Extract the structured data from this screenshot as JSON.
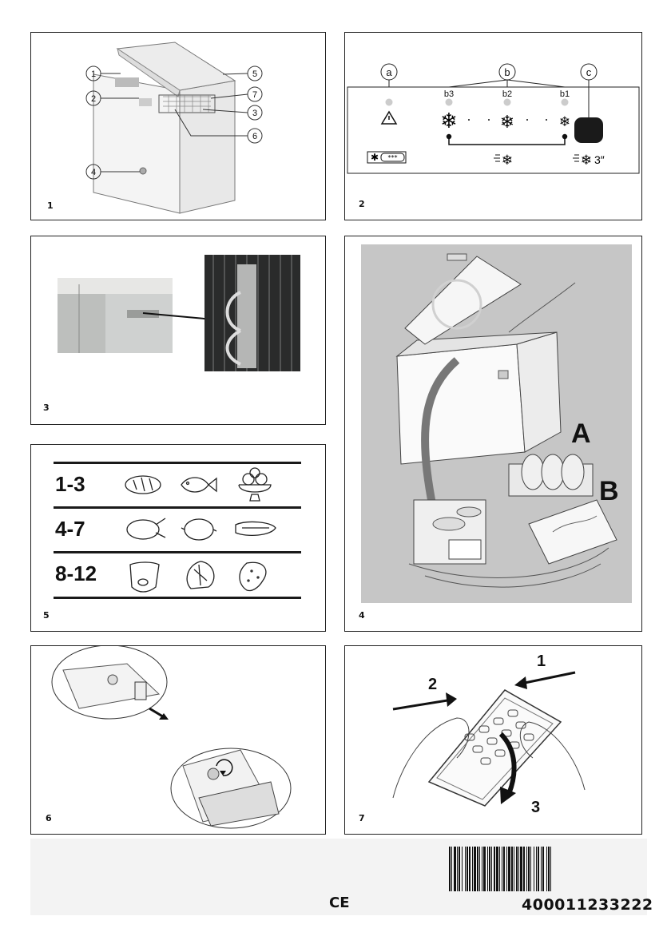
{
  "panels": {
    "p1": {
      "number": "1",
      "callouts": [
        "1",
        "2",
        "3",
        "4",
        "5",
        "6",
        "7"
      ]
    },
    "p2": {
      "number": "2",
      "top_labels": [
        "a",
        "b",
        "c"
      ],
      "sub_labels": [
        "b3",
        "b2",
        "b1"
      ],
      "timer_text": "3″"
    },
    "p3": {
      "number": "3"
    },
    "p4": {
      "number": "4",
      "label_a": "A",
      "label_b": "B"
    },
    "p5": {
      "number": "5",
      "rows": [
        {
          "months": "1-3",
          "icons": [
            "bread-icon",
            "fish-icon",
            "ice-cream-icon"
          ]
        },
        {
          "months": "4-7",
          "icons": [
            "poultry-icon",
            "lemon-icon",
            "steak-icon"
          ]
        },
        {
          "months": "8-12",
          "icons": [
            "pig-head-icon",
            "vegetable-icon",
            "strawberry-icon"
          ]
        }
      ]
    },
    "p6": {
      "number": "6"
    },
    "p7": {
      "number": "7",
      "steps": [
        "1",
        "2",
        "3"
      ]
    }
  },
  "footer": {
    "ce_mark": "CE",
    "barcode_number": "400011233222"
  }
}
